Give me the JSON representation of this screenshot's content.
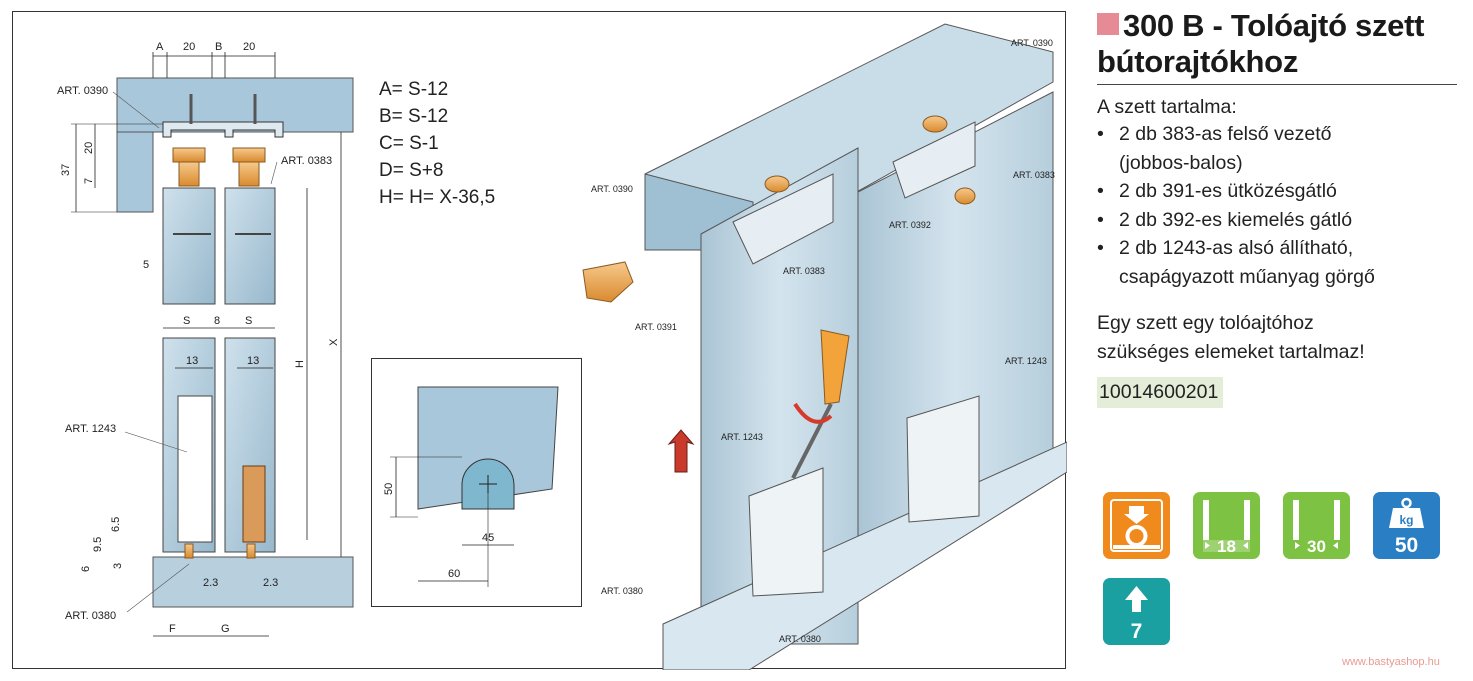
{
  "title": {
    "line1": "300 B - Tolóajtó szett",
    "line2": "bútorajtókhoz"
  },
  "contents_label": "A szett tartalma:",
  "contents_items": [
    {
      "line1": "2 db 383-as felső vezető",
      "line2": "(jobbos-balos)"
    },
    {
      "line1": "2 db 391-es ütközésgátló"
    },
    {
      "line1": "2 db 392-es kiemelés gátló"
    },
    {
      "line1": "2 db 1243-as alsó állítható,",
      "line2": "csapágyazott műanyag görgő"
    }
  ],
  "note": {
    "line1": "Egy szett egy tolóajtóhoz",
    "line2": "szükséges elemeket tartalmaz!"
  },
  "sku": "10014600201",
  "formulas": [
    "A= S-12",
    "B= S-12",
    "C= S-1",
    "D= S+8",
    "H= H= X-36,5"
  ],
  "drawing_labels": {
    "art_0390": "ART. 0390",
    "art_0383": "ART. 0383",
    "art_1243": "ART. 1243",
    "art_0380": "ART. 0380",
    "art_0391": "ART. 0391",
    "art_0392": "ART. 0392",
    "dim_a": "A",
    "dim_b": "B",
    "dim_20": "20",
    "dim_37": "37",
    "dim_7": "7",
    "dim_5": "5",
    "dim_s": "S",
    "dim_8": "8",
    "dim_13": "13",
    "dim_h": "H",
    "dim_x": "X",
    "dim_6_5": "6.5",
    "dim_9_5": "9.5",
    "dim_6": "6",
    "dim_3": "3",
    "dim_2_3": "2.3",
    "dim_f": "F",
    "dim_g": "G",
    "dim_50": "50",
    "dim_45": "45",
    "dim_60": "60"
  },
  "icons": {
    "icon1": {
      "name": "top-mount-roller-icon",
      "color": "#f08a1c"
    },
    "icon2": {
      "name": "door-thickness-icon",
      "label": "18",
      "color": "#7dc242"
    },
    "icon3": {
      "name": "door-thickness-icon",
      "label": "30",
      "color": "#7dc242"
    },
    "icon4": {
      "name": "weight-capacity-icon",
      "unit": "kg",
      "label": "50",
      "color": "#2a7fc4"
    },
    "icon5": {
      "name": "door-height-icon",
      "label": "7",
      "color": "#1aa0a0"
    }
  },
  "watermark": "www.bastyashop.hu"
}
